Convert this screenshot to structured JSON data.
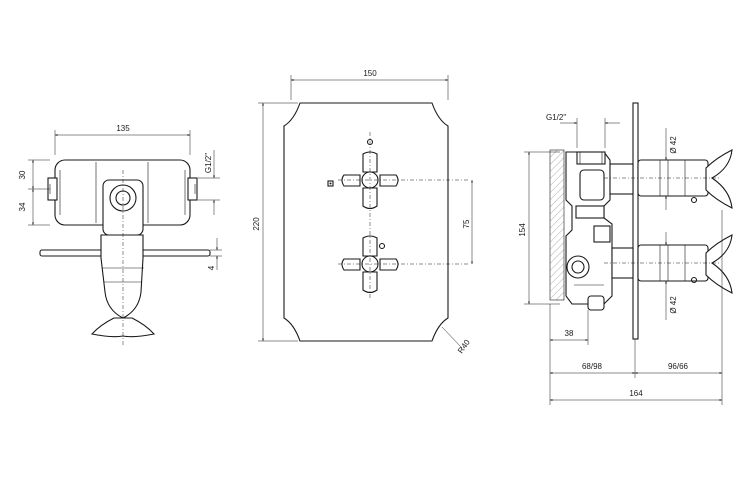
{
  "views": {
    "side": {
      "width": "135",
      "height_a": "30",
      "height_b": "34",
      "height_c": "4",
      "thread": "G1/2\""
    },
    "front": {
      "width": "150",
      "height": "220",
      "spacing": "75",
      "radius": "R40"
    },
    "section": {
      "thread": "G1/2\"",
      "diameter_top": "Ø 42",
      "diameter_bottom": "Ø 42",
      "height": "154",
      "depth": "38",
      "left": "68/98",
      "right": "96/66",
      "total": "164"
    }
  }
}
